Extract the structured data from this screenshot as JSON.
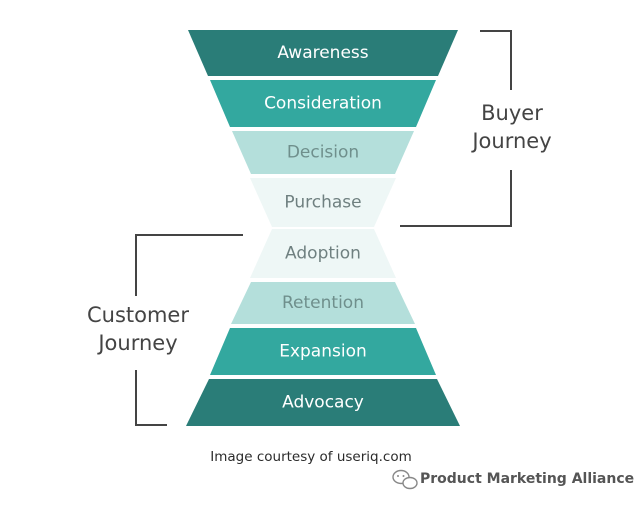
{
  "diagram": {
    "stages": [
      {
        "label": "Awareness",
        "fill": "#2a7d78",
        "text_color": "#ffffff"
      },
      {
        "label": "Consideration",
        "fill": "#33a89f",
        "text_color": "#ffffff"
      },
      {
        "label": "Decision",
        "fill": "#b4dfdb",
        "text_color": "#6f8f8c"
      },
      {
        "label": "Purchase",
        "fill": "#eef7f6",
        "text_color": "#6f8080"
      },
      {
        "label": "Adoption",
        "fill": "#eef7f6",
        "text_color": "#6f8080"
      },
      {
        "label": "Retention",
        "fill": "#b4dfdb",
        "text_color": "#6f8f8c"
      },
      {
        "label": "Expansion",
        "fill": "#33a89f",
        "text_color": "#ffffff"
      },
      {
        "label": "Advocacy",
        "fill": "#2a7d78",
        "text_color": "#ffffff"
      }
    ],
    "buyer_journey": {
      "line1": "Buyer",
      "line2": "Journey"
    },
    "customer_journey": {
      "line1": "Customer",
      "line2": "Journey"
    },
    "caption": "Image courtesy of useriq.com",
    "watermark": {
      "text": "Product Marketing Alliance",
      "icon": "wechat-icon"
    }
  }
}
